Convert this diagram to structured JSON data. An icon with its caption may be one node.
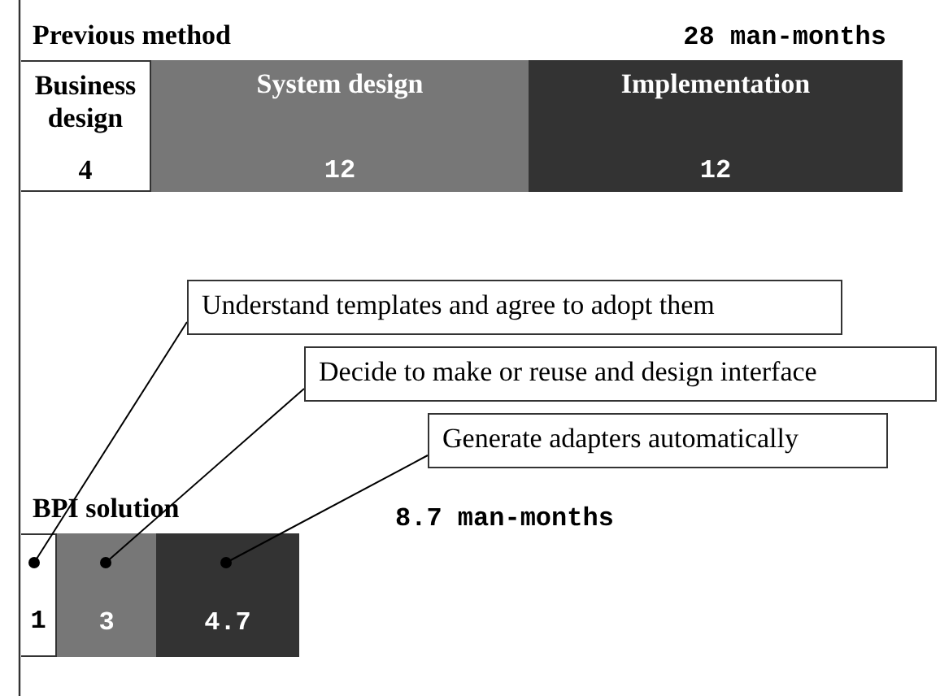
{
  "diagram": {
    "nodes": [
      {
        "text": [
          "Business design",
          "4"
        ]
      },
      {
        "text": [
          "System design",
          "12"
        ]
      },
      {
        "text": [
          "Implementation",
          "12"
        ]
      },
      {
        "text": [
          "1"
        ]
      },
      {
        "text": [
          "3"
        ]
      },
      {
        "text": [
          "4.7"
        ]
      },
      {
        "text": [
          "Understand templates and agree to adopt them"
        ]
      },
      {
        "text": [
          "Decide to make or reuse and design interface"
        ]
      },
      {
        "text": [
          "Generate adapters automatically"
        ]
      }
    ],
    "edges": [
      {
        "from": 6,
        "to": 3,
        "arrow": "other"
      },
      {
        "from": 7,
        "to": 4,
        "arrow": "other"
      },
      {
        "from": 8,
        "to": 5,
        "arrow": "other"
      }
    ],
    "labels": [
      "Previous method",
      "28 man-months",
      "BPI solution",
      "8.7 man-months"
    ]
  }
}
